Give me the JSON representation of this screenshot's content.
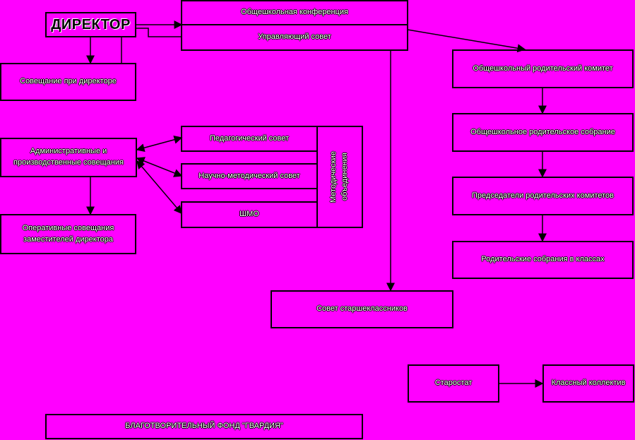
{
  "director": "ДИРЕКТОР",
  "conference": "Общешкольная конференция",
  "board": "Управляющий совет",
  "directors_meeting": "Совещание при директоре",
  "admin_meetings": "Административные и производственные совещания",
  "ped_council": "Педагогический совет",
  "sci_council": "Научно-методический совет",
  "shmo": "ШМО",
  "method_assoc": "Методические объединения",
  "operative": "Оперативные совещания заместителей директора",
  "parent_committee": "Общешкольный родительский комитет",
  "parent_meeting": "Общешкольное родительское собрание",
  "chairs": "Председатели родительских комитетов",
  "class_meetings": "Родительские собрания в классах",
  "senior_council": "Совет старшеклассников",
  "starostat": "Старостат",
  "class_collective": "Классный коллектив",
  "charity": "БЛАГОТВОРИТЕЛЬНЫЙ ФОНД \"ГВАРДИЯ\"",
  "colors": {
    "background": "#ff00ff",
    "border": "#000000",
    "text": "#ffffff"
  }
}
